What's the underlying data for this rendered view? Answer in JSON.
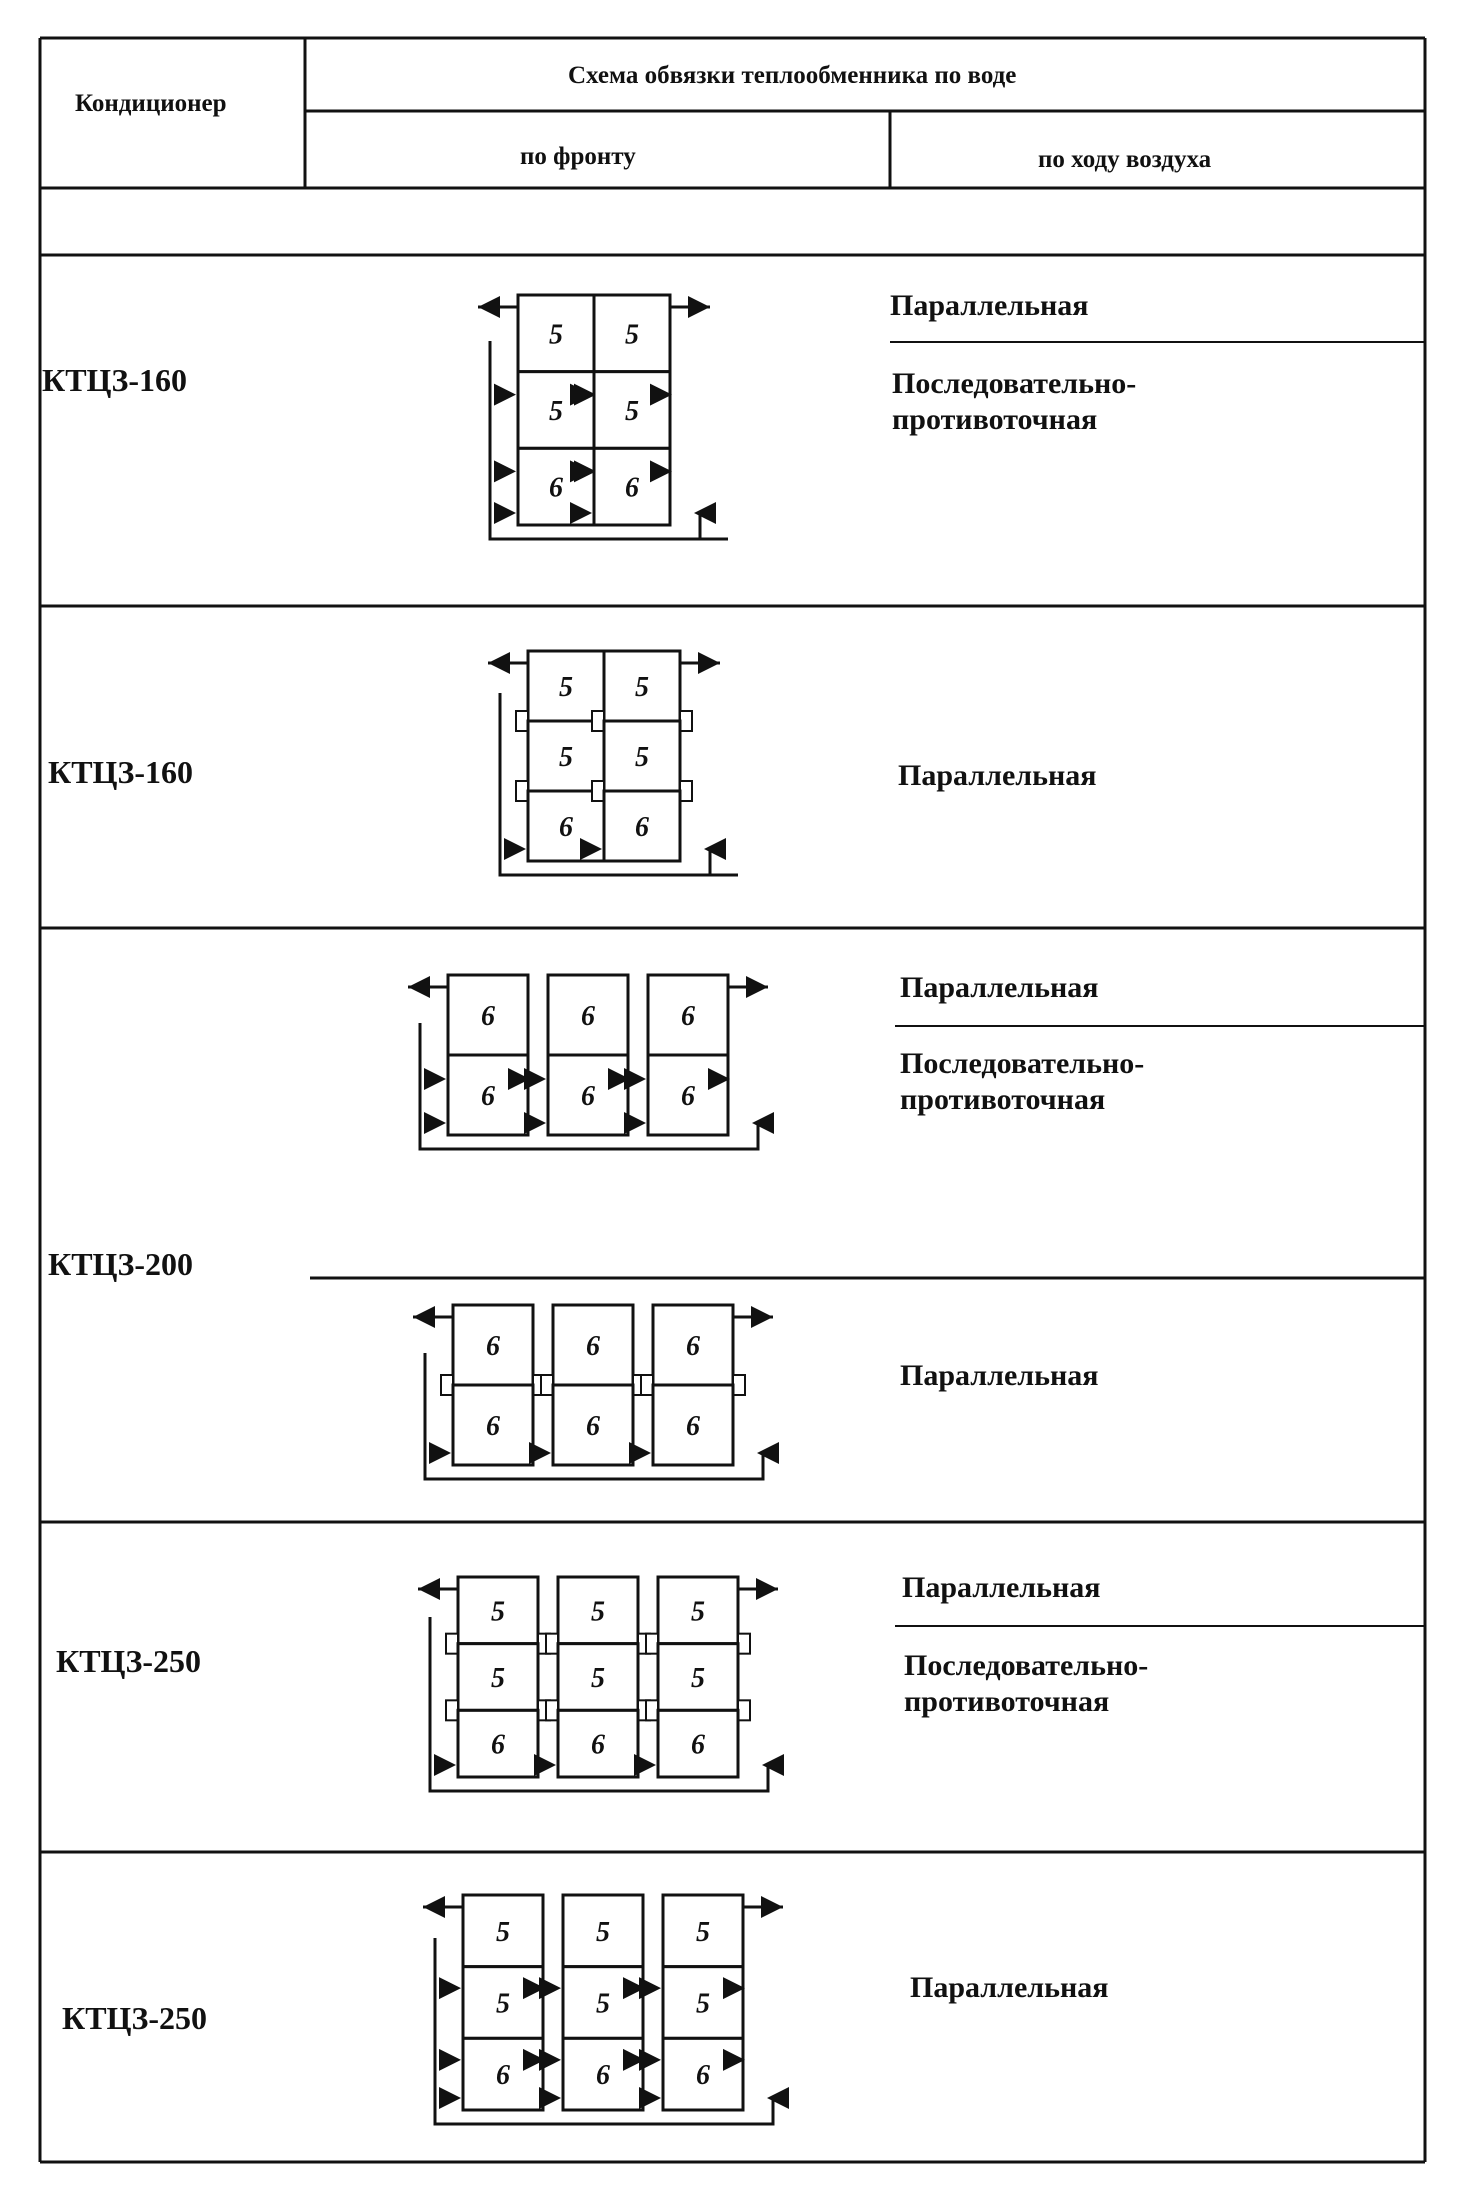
{
  "header": {
    "conditioner": "Кондиционер",
    "scheme": "Схема обвязки теплообменника по воде",
    "front": "по фронту",
    "airflow": "по ходу воздуха"
  },
  "rows": [
    {
      "model": "КТЦЗ-160",
      "diagram": {
        "columns": [
          [
            "5",
            "5",
            "6"
          ],
          [
            "5",
            "5",
            "6"
          ]
        ]
      },
      "modes": [
        "Параллельная",
        "Последовательно-\nпротивоточная"
      ]
    },
    {
      "model": "КТЦЗ-160",
      "diagram": {
        "columns": [
          [
            "5",
            "5",
            "6"
          ],
          [
            "5",
            "5",
            "6"
          ]
        ]
      },
      "modes": [
        "Параллельная"
      ]
    },
    {
      "model": "КТЦЗ-200",
      "diagram": {
        "columns": [
          [
            "6",
            "6"
          ],
          [
            "6",
            "6"
          ],
          [
            "6",
            "6"
          ]
        ]
      },
      "modes": [
        "Параллельная",
        "Последовательно-\nпротивоточная"
      ]
    },
    {
      "model": "",
      "diagram": {
        "columns": [
          [
            "6",
            "6"
          ],
          [
            "6",
            "6"
          ],
          [
            "6",
            "6"
          ]
        ]
      },
      "modes": [
        "Параллельная"
      ]
    },
    {
      "model": "КТЦЗ-250",
      "diagram": {
        "columns": [
          [
            "5",
            "5",
            "6"
          ],
          [
            "5",
            "5",
            "6"
          ],
          [
            "5",
            "5",
            "6"
          ]
        ]
      },
      "modes": [
        "Параллельная",
        "Последовательно-\nпротивоточная"
      ]
    },
    {
      "model": "КТЦЗ-250",
      "diagram": {
        "columns": [
          [
            "5",
            "5",
            "6"
          ],
          [
            "5",
            "5",
            "6"
          ],
          [
            "5",
            "5",
            "6"
          ]
        ]
      },
      "modes": [
        "Параллельная"
      ]
    }
  ]
}
